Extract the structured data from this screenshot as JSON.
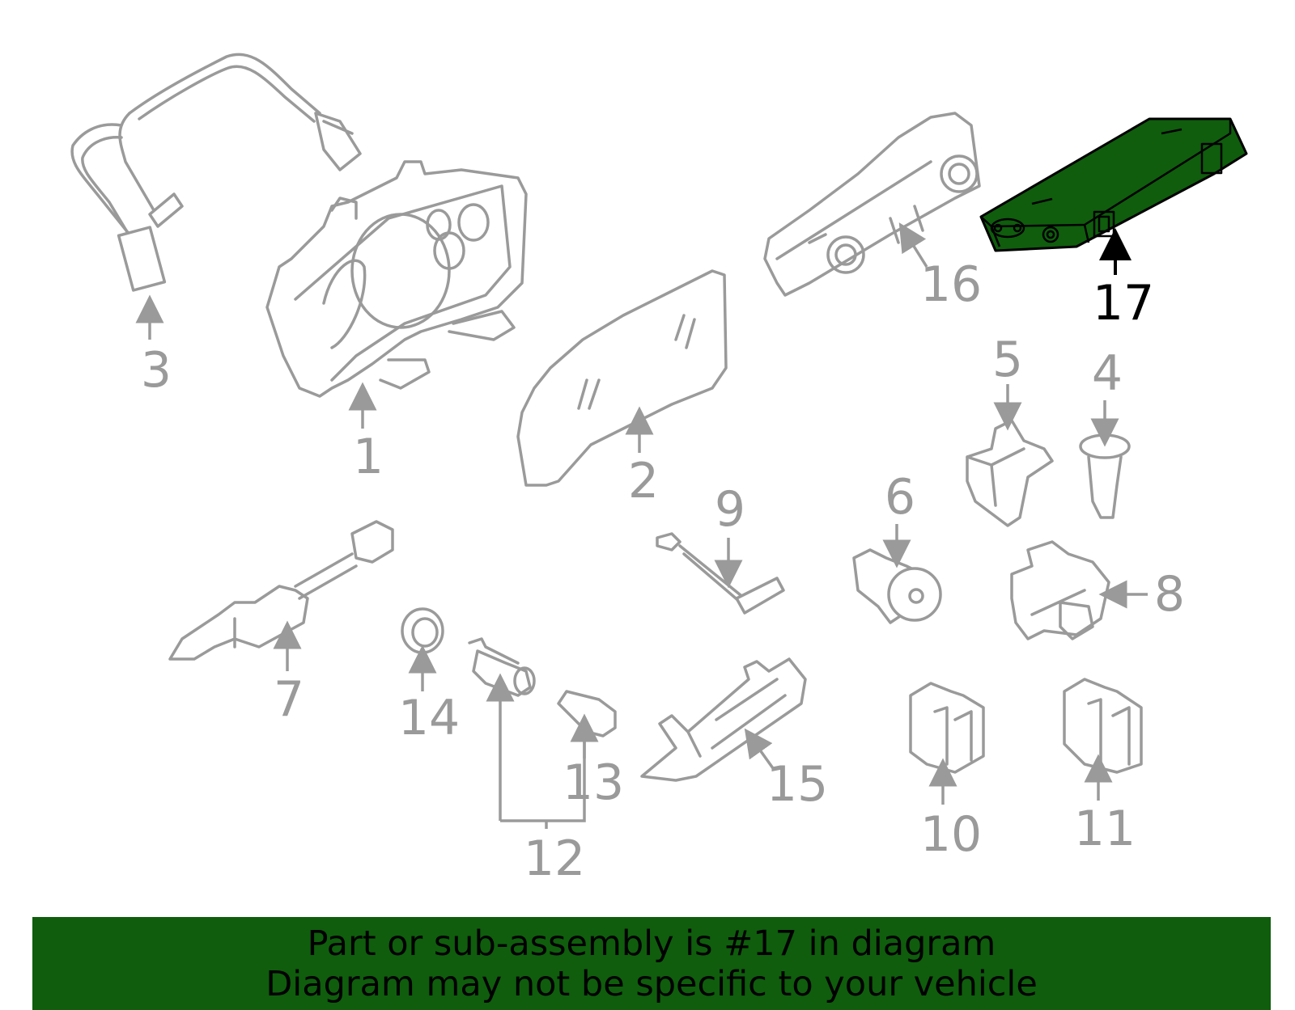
{
  "diagram": {
    "highlighted_part": "17",
    "callouts": [
      "1",
      "2",
      "3",
      "4",
      "5",
      "6",
      "7",
      "8",
      "9",
      "10",
      "11",
      "12",
      "13",
      "14",
      "15",
      "16",
      "17"
    ],
    "colors": {
      "highlight": "#0f5d0d",
      "part_line": "#9a9a9a",
      "highlight_outline": "#000000"
    }
  },
  "banner": {
    "line1": "Part or sub-assembly is #17 in diagram",
    "line2": "Diagram may not be specific to your vehicle"
  }
}
